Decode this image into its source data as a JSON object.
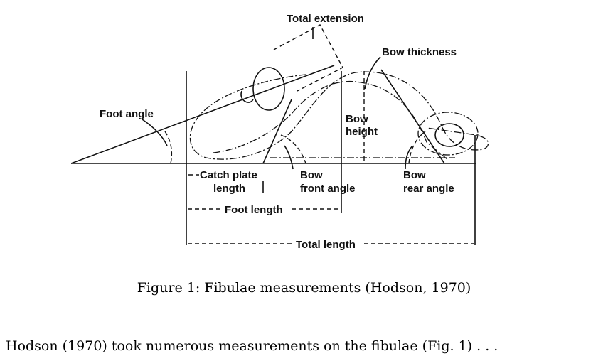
{
  "figure": {
    "labels": {
      "total_extension": "Total extension",
      "bow_thickness": "Bow thickness",
      "foot_angle": "Foot angle",
      "bow_height_1": "Bow",
      "bow_height_2": "height",
      "catch_plate_1": "Catch plate",
      "catch_plate_2": "length",
      "bow_front_1": "Bow",
      "bow_front_2": "front angle",
      "bow_rear_1": "Bow",
      "bow_rear_2": "rear angle",
      "foot_length": "Foot length",
      "total_length": "Total length"
    },
    "caption": "Figure 1: Fibulae measurements (Hodson, 1970)"
  },
  "body": {
    "paragraph": "Hodson (1970) took numerous measurements on the fibulae (Fig. 1) . . ."
  }
}
